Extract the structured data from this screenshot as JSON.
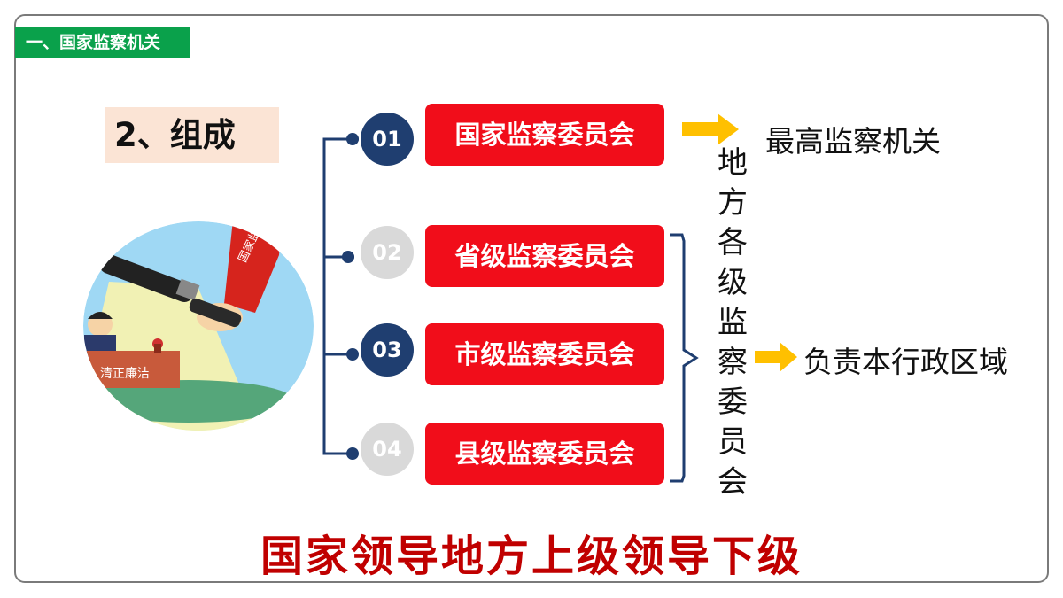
{
  "section": {
    "title": "一、国家监察机关"
  },
  "subtitle": "2、组成",
  "illustration": {
    "sleeve_text": "国家监察",
    "desk_sign": "清正廉洁"
  },
  "items": [
    {
      "num": "01",
      "label": "国家监察委员会"
    },
    {
      "num": "02",
      "label": "省级监察委员会"
    },
    {
      "num": "03",
      "label": "市级监察委员会"
    },
    {
      "num": "04",
      "label": "县级监察委员会"
    }
  ],
  "results": {
    "top": "最高监察机关",
    "local": "负责本行政区域"
  },
  "local_group_label": "地方各级监察委员会",
  "bottom_banner": "国家领导地方上级领导下级",
  "colors": {
    "section_green": "#0aa14b",
    "box_red": "#f10d1a",
    "navy": "#1f3e70",
    "gray": "#d9d9d9",
    "arrow_orange": "#ffc000",
    "banner_red": "#c00000"
  }
}
